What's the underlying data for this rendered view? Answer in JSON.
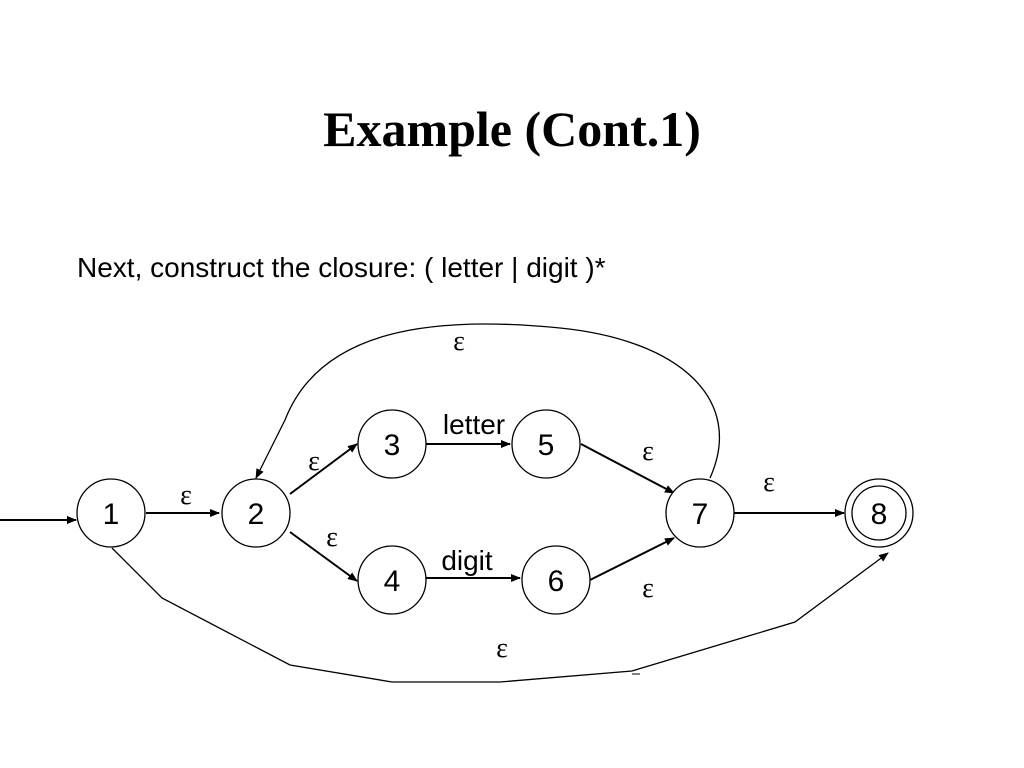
{
  "slide": {
    "title": "Example (Cont.1)",
    "text": "Next, construct the closure: ( letter | digit )*"
  },
  "automaton": {
    "states": [
      "1",
      "2",
      "3",
      "4",
      "5",
      "6",
      "7",
      "8"
    ],
    "start_state": "1",
    "accepting_states": [
      "8"
    ],
    "transitions": [
      {
        "from": "1",
        "to": "2",
        "label": "ε"
      },
      {
        "from": "2",
        "to": "3",
        "label": "ε"
      },
      {
        "from": "2",
        "to": "4",
        "label": "ε"
      },
      {
        "from": "3",
        "to": "5",
        "label": "letter"
      },
      {
        "from": "4",
        "to": "6",
        "label": "digit"
      },
      {
        "from": "5",
        "to": "7",
        "label": "ε"
      },
      {
        "from": "6",
        "to": "7",
        "label": "ε"
      },
      {
        "from": "7",
        "to": "8",
        "label": "ε"
      },
      {
        "from": "7",
        "to": "2",
        "label": "ε"
      },
      {
        "from": "1",
        "to": "8",
        "label": "ε"
      }
    ]
  },
  "colors": {
    "background": "#ffffff",
    "ink": "#000000"
  }
}
